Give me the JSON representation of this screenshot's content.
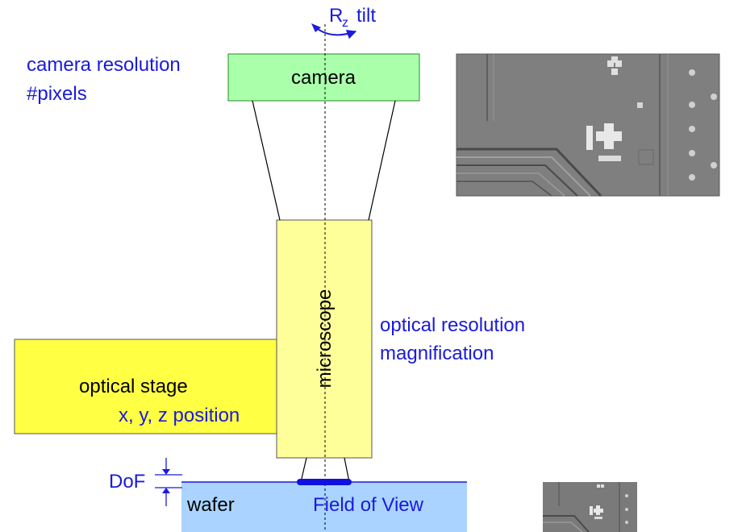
{
  "labels": {
    "tilt_R": "R",
    "tilt_sub": "z",
    "tilt_word": "tilt",
    "camera_box": "camera",
    "camera_res_line1": "camera resolution",
    "camera_res_line2": "#pixels",
    "microscope_box": "microscope",
    "optical_res_line1": "optical resolution",
    "optical_res_line2": "magnification",
    "stage_box": "optical stage",
    "stage_position": "x, y, z position",
    "dof": "DoF",
    "wafer": "wafer",
    "fov": "Field of View"
  },
  "colors": {
    "annotation_blue": "#1a1adc",
    "camera_fill": "#aaffaa",
    "microscope_fill": "#ffff99",
    "stage_fill": "#ffff44",
    "wafer_fill": "#aad4ff",
    "fov_bar": "#1010e0"
  },
  "images": {
    "large_micrograph": "wafer-surface-micrograph",
    "small_micrograph": "wafer-surface-micrograph-thumbnail"
  }
}
